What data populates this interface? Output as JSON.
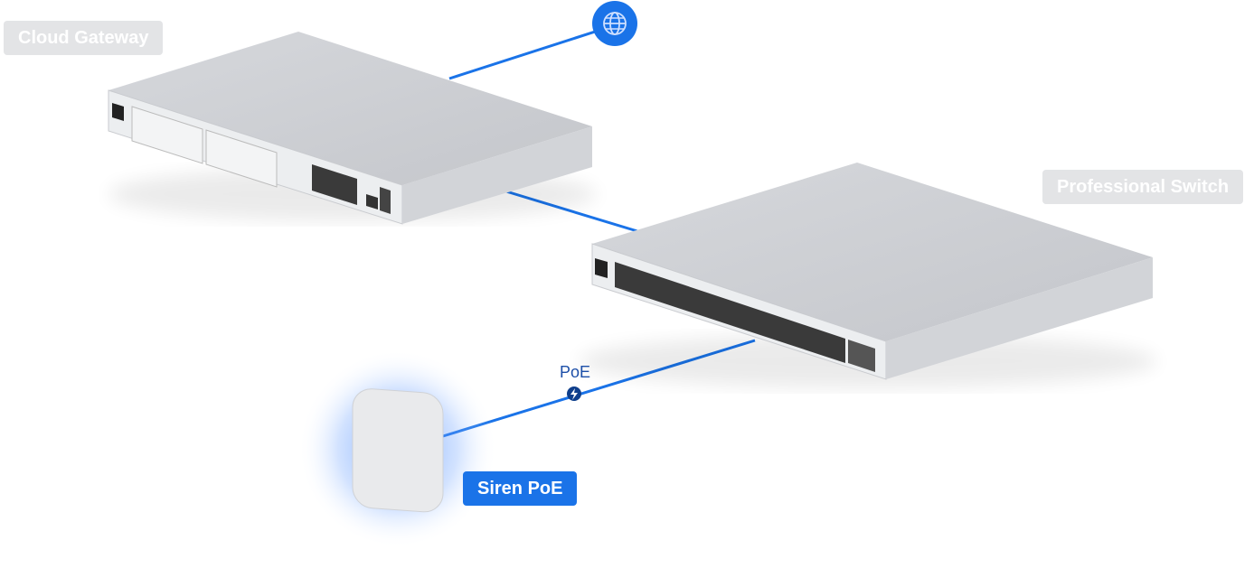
{
  "labels": {
    "gateway": "Cloud Gateway",
    "switch": "Professional Switch",
    "siren": "Siren PoE",
    "poe": "PoE"
  },
  "icons": {
    "internet": "globe-icon",
    "power": "lightning-icon"
  },
  "colors": {
    "accent": "#1a73e8",
    "poe_badge": "#0f3f8c",
    "label_gray": "#e3e4e6"
  }
}
